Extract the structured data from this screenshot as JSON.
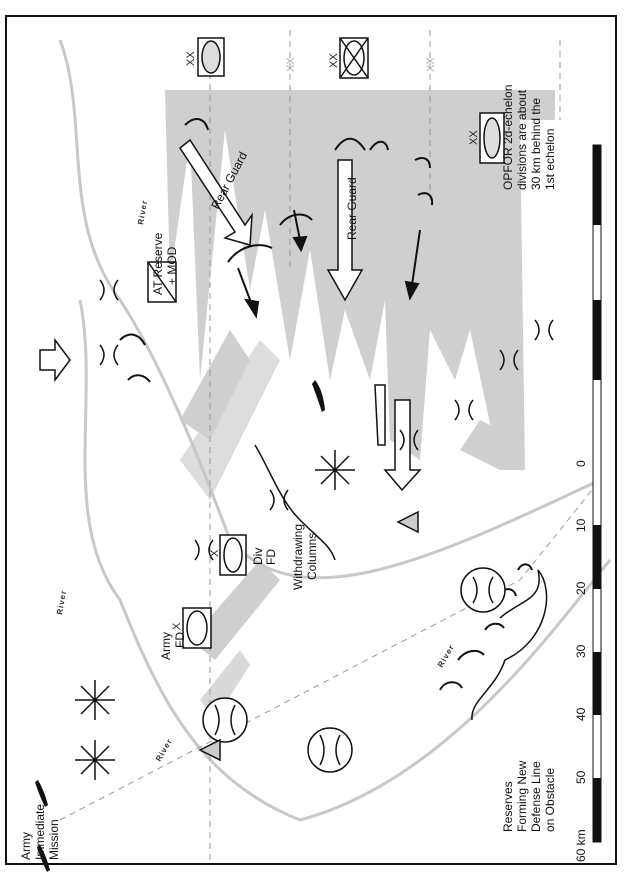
{
  "labels": {
    "army_mission": [
      "Army",
      "Immediate",
      "Mission"
    ],
    "army_fd": [
      "Army",
      "FD"
    ],
    "div_fd": [
      "Div",
      "FD"
    ],
    "withdrawing": [
      "Withdrawing",
      "Columns"
    ],
    "at_reserve": [
      "AT Reserve",
      "+ MOD"
    ],
    "rear_guard_1": "Rear Guard",
    "rear_guard_2": "Rear Guard",
    "opfor_note": [
      "OPFOR 2d-echelon",
      "divisions are about",
      "30 km behind the",
      "1st echelon"
    ],
    "reserves": [
      "Reserves",
      "Forming New",
      "Defense Line",
      "on Obstacle"
    ],
    "river": "River",
    "echelon_xx": "XX",
    "brigade_x": "X"
  },
  "scale_bar": {
    "ticks": [
      "0",
      "10",
      "20",
      "30",
      "40",
      "50",
      "60 km"
    ]
  },
  "colors": {
    "shade": "#cfcfcf",
    "ink": "#111111"
  }
}
